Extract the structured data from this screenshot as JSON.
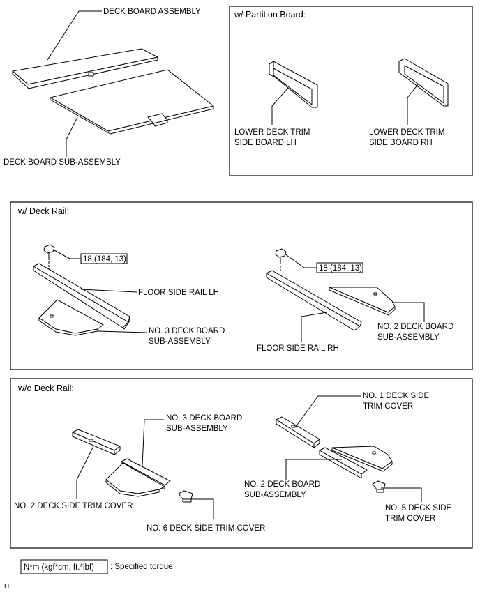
{
  "deck_board": {
    "assembly_label": "DECK BOARD ASSEMBLY",
    "sub_assembly_label": "DECK BOARD SUB-ASSEMBLY"
  },
  "partition": {
    "title": "w/ Partition Board:",
    "lh_line1": "LOWER DECK TRIM",
    "lh_line2": "SIDE BOARD LH",
    "rh_line1": "LOWER DECK TRIM",
    "rh_line2": "SIDE BOARD RH"
  },
  "deck_rail": {
    "title": "w/ Deck Rail:",
    "torque_left": "18 (184, 13)",
    "torque_right": "18 (184, 13)",
    "floor_rail_lh": "FLOOR SIDE RAIL LH",
    "floor_rail_rh": "FLOOR SIDE RAIL RH",
    "no3_line1": "NO. 3 DECK BOARD",
    "no3_line2": "SUB-ASSEMBLY",
    "no2_line1": "NO. 2 DECK BOARD",
    "no2_line2": "SUB-ASSEMBLY"
  },
  "no_deck_rail": {
    "title": "w/o Deck Rail:",
    "no3_line1": "NO. 3 DECK BOARD",
    "no3_line2": "SUB-ASSEMBLY",
    "no2_trim": "NO. 2 DECK SIDE TRIM COVER",
    "no6_trim": "NO. 6 DECK SIDE TRIM COVER",
    "no1_line1": "NO. 1 DECK SIDE",
    "no1_line2": "TRIM COVER",
    "no2_board_line1": "NO. 2 DECK BOARD",
    "no2_board_line2": "SUB-ASSEMBLY",
    "no5_line1": "NO. 5 DECK SIDE",
    "no5_line2": "TRIM COVER"
  },
  "legend": {
    "unit": "N*m (kgf*cm, ft.*lbf)",
    "description": ": Specified torque"
  },
  "footer": {
    "code": "H"
  }
}
